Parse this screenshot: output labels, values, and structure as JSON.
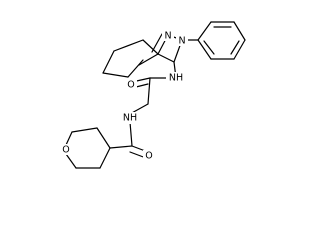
{
  "molecule": {
    "labels": {
      "ring_n_upper": "N",
      "ring_n_lower": "N",
      "amide_nh_upper": "NH",
      "amide_o_upper": "O",
      "amide_nh_lower": "NH",
      "amide_o_lower": "O",
      "ring_o": "O"
    }
  }
}
